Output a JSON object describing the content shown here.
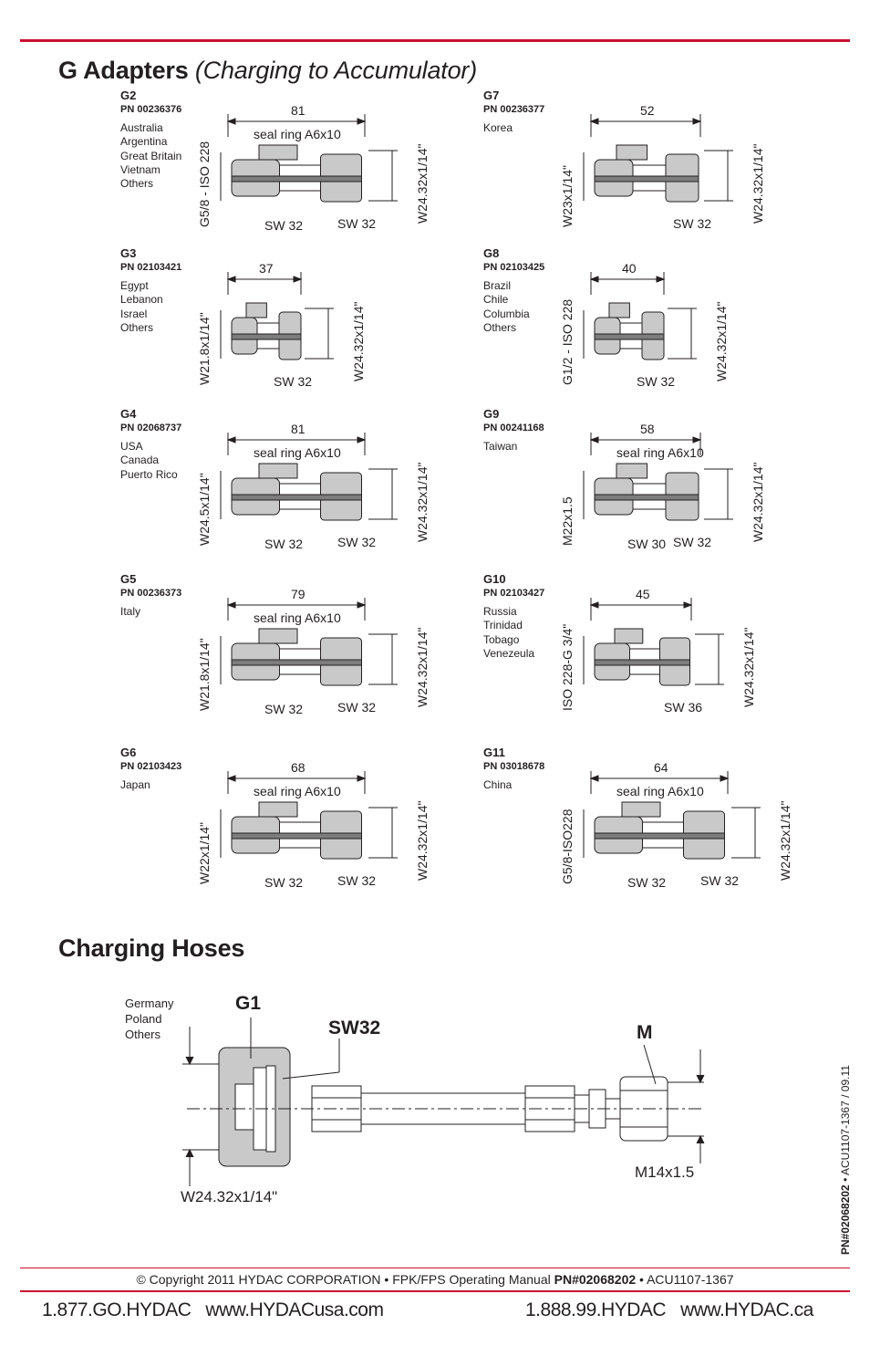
{
  "title_main": "G Adapters",
  "title_italic": "(Charging to Accumulator)",
  "hoses_title": "Charging Hoses",
  "adapters": [
    {
      "code": "G2",
      "pn": "PN 00236376",
      "countries": [
        "Australia",
        "Argentina",
        "Great Britain",
        "Vietnam",
        "Others"
      ],
      "length": "81",
      "left_thread": "G5/8 - ISO 228",
      "right_thread": "W24.32x1/14\"",
      "seal": "seal ring A6x10",
      "sw_left": "SW 32",
      "sw_right": "SW 32"
    },
    {
      "code": "G7",
      "pn": "PN 00236377",
      "countries": [
        "Korea"
      ],
      "length": "52",
      "left_thread": "W23x1/14\"",
      "right_thread": "W24.32x1/14\"",
      "seal": "",
      "sw_left": "",
      "sw_right": "SW 32"
    },
    {
      "code": "G3",
      "pn": "PN 02103421",
      "countries": [
        "Egypt",
        "Lebanon",
        "Israel",
        "Others"
      ],
      "length": "37",
      "left_thread": "W21.8x1/14\"",
      "right_thread": "W24.32x1/14\"",
      "seal": "",
      "sw_left": "",
      "sw_right": "SW 32"
    },
    {
      "code": "G8",
      "pn": "PN 02103425",
      "countries": [
        "Brazil",
        "Chile",
        "Columbia",
        "Others"
      ],
      "length": "40",
      "left_thread": "G1/2 - ISO 228",
      "right_thread": "W24.32x1/14\"",
      "seal": "",
      "sw_left": "",
      "sw_right": "SW 32"
    },
    {
      "code": "G4",
      "pn": "PN 02068737",
      "countries": [
        "USA",
        "Canada",
        "Puerto Rico"
      ],
      "length": "81",
      "left_thread": "W24.5x1/14\"",
      "right_thread": "W24.32x1/14\"",
      "seal": "seal ring A6x10",
      "sw_left": "SW 32",
      "sw_right": "SW 32"
    },
    {
      "code": "G9",
      "pn": "PN 00241168",
      "countries": [
        "Taiwan"
      ],
      "length": "58",
      "left_thread": "M22x1.5",
      "right_thread": "W24.32x1/14\"",
      "seal": "seal ring A6x10",
      "sw_left": "SW 30",
      "sw_right": "SW 32"
    },
    {
      "code": "G5",
      "pn": "PN 00236373",
      "countries": [
        "Italy"
      ],
      "length": "79",
      "left_thread": "W21.8x1/14\"",
      "right_thread": "W24.32x1/14\"",
      "seal": "seal ring A6x10",
      "sw_left": "SW 32",
      "sw_right": "SW 32"
    },
    {
      "code": "G10",
      "pn": "PN 02103427",
      "countries": [
        "Russia",
        "Trinidad",
        "Tobago",
        "Venezeula"
      ],
      "length": "45",
      "left_thread": "ISO 228-G 3/4\"",
      "right_thread": "W24.32x1/14\"",
      "seal": "",
      "sw_left": "",
      "sw_right": "SW 36"
    },
    {
      "code": "G6",
      "pn": "PN 02103423",
      "countries": [
        "Japan"
      ],
      "length": "68",
      "left_thread": "W22x1/14\"",
      "right_thread": "W24.32x1/14\"",
      "seal": "seal ring A6x10",
      "sw_left": "SW 32",
      "sw_right": "SW 32"
    },
    {
      "code": "G11",
      "pn": "PN 03018678",
      "countries": [
        "China"
      ],
      "length": "64",
      "left_thread": "G5/8-ISO228",
      "right_thread": "W24.32x1/14\"",
      "seal": "seal ring A6x10",
      "sw_left": "SW 32",
      "sw_right": "SW 32"
    }
  ],
  "hose": {
    "countries": [
      "Germany",
      "Poland",
      "Others"
    ],
    "g1": "G1",
    "sw": "SW32",
    "m": "M",
    "m_thread": "M14x1.5",
    "w_thread": "W24.32x1/14\""
  },
  "side_code_bold": "PN#02068202",
  "side_code_rest": " • ACU1107-1367 / 09.11",
  "footer": {
    "copyright_pre": "© Copyright 2011 HYDAC CORPORATION • FPK/FPS Operating Manual ",
    "pn": "PN#02068202",
    "copyright_post": " • ACU1107-1367",
    "us_phone": "1.877.GO.HYDAC",
    "us_web": "www.HYDACusa.com",
    "ca_phone": "1.888.99.HYDAC",
    "ca_web": "www.HYDAC.ca"
  },
  "colors": {
    "accent": "#c8102e",
    "part_fill": "#c9c9c9",
    "part_dark": "#7d7d7d",
    "ink": "#231f20"
  }
}
